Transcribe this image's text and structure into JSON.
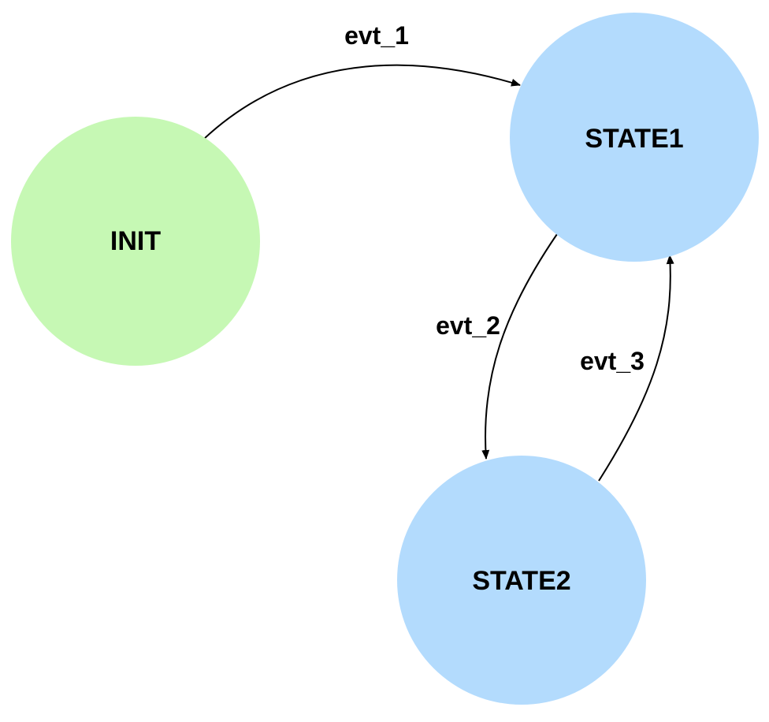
{
  "nodes": [
    {
      "id": "init",
      "label": "INIT",
      "fill": "#c6f8b4"
    },
    {
      "id": "state1",
      "label": "STATE1",
      "fill": "#b3dbfd"
    },
    {
      "id": "state2",
      "label": "STATE2",
      "fill": "#b3dbfd"
    }
  ],
  "edges": [
    {
      "id": "evt1",
      "from": "init",
      "to": "state1",
      "label": "evt_1"
    },
    {
      "id": "evt2",
      "from": "state1",
      "to": "state2",
      "label": "evt_2"
    },
    {
      "id": "evt3",
      "from": "state2",
      "to": "state1",
      "label": "evt_3"
    }
  ],
  "colors": {
    "edge": "#000000",
    "text": "#000000",
    "background": "#ffffff"
  }
}
